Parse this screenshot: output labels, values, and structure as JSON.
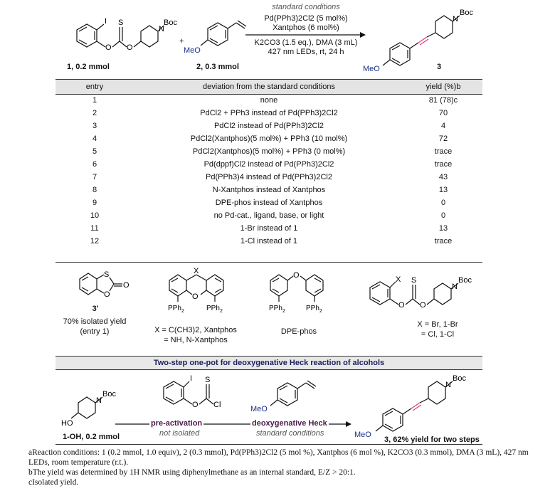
{
  "scheme": {
    "standard_conditions_title": "standard conditions",
    "conditions": [
      "Pd(PPh3)2Cl2 (5 mol%)",
      "Xantphos (6 mol%)",
      "K2CO3 (1.5 eq.), DMA (3 mL)",
      "427 nm LEDs, rt, 24 h"
    ],
    "reactant1_label": "1, 0.2 mmol",
    "reactant2_label": "2, 0.3 mmol",
    "product_label": "3",
    "plus": "+",
    "atoms": {
      "I": "I",
      "S": "S",
      "O": "O",
      "N": "N",
      "Boc": "Boc",
      "MeO": "MeO",
      "X": "X",
      "Cl": "Cl",
      "HO": "HO",
      "PPh2": "PPh2"
    }
  },
  "table": {
    "headers": [
      "entry",
      "deviation from the standard conditions",
      "yield (%)b"
    ],
    "rows": [
      {
        "entry": "1",
        "deviation": "none",
        "yield": "81 (78)c"
      },
      {
        "entry": "2",
        "deviation": "PdCl2 + PPh3 instead of Pd(PPh3)2Cl2",
        "yield": "70"
      },
      {
        "entry": "3",
        "deviation": "PdCl2 instead of Pd(PPh3)2Cl2",
        "yield": "4"
      },
      {
        "entry": "4",
        "deviation": "PdCl2(Xantphos)(5 mol%) + PPh3 (10 mol%)",
        "yield": "72"
      },
      {
        "entry": "5",
        "deviation": "PdCl2(Xantphos)(5 mol%) + PPh3 (0 mol%)",
        "yield": "trace"
      },
      {
        "entry": "6",
        "deviation": "Pd(dppf)Cl2 instead of Pd(PPh3)2Cl2",
        "yield": "trace"
      },
      {
        "entry": "7",
        "deviation": "Pd(PPh3)4 instead of Pd(PPh3)2Cl2",
        "yield": "43"
      },
      {
        "entry": "8",
        "deviation": "N-Xantphos instead of Xantphos",
        "yield": "13"
      },
      {
        "entry": "9",
        "deviation": "DPE-phos instead of Xantphos",
        "yield": "0"
      },
      {
        "entry": "10",
        "deviation": "no Pd-cat., ligand, base, or light",
        "yield": "0"
      },
      {
        "entry": "11",
        "deviation": "1-Br instead of 1",
        "yield": "13"
      },
      {
        "entry": "12",
        "deviation": "1-Cl instead of 1",
        "yield": "trace"
      }
    ]
  },
  "structures": {
    "s1_label": "3'",
    "s1_caption": [
      "70% isolated yield",
      "(entry 1)"
    ],
    "s2_caption": [
      "X = C(CH3)2, Xantphos",
      "= NH, N-Xantphos"
    ],
    "s3_caption": "DPE-phos",
    "s4_caption": [
      "X = Br, 1-Br",
      "= Cl, 1-Cl"
    ]
  },
  "banner": "Two-step one-pot for deoxygenative Heck reaction of alcohols",
  "twostep": {
    "start_label": "1-OH, 0.2 mmol",
    "step1_label": "pre-activation",
    "step1_sub": "not isolated",
    "step2_label": "deoxygenative Heck",
    "step2_sub": "standard conditions",
    "product_label": "3, 62% yield for two steps"
  },
  "footnotes": {
    "a": "aReaction conditions: 1 (0.2 mmol, 1.0 equiv), 2 (0.3 mmol), Pd(PPh3)2Cl2 (5 mol %), Xantphos (6 mol %), K2CO3 (0.3 mmol), DMA (3 mL), 427 nm LEDs, room temperature (r.t.).",
    "b": "bThe yield was determined by 1H NMR using diphenylmethane as an internal standard, E/Z > 20:1.",
    "c": "cIsolated yield."
  },
  "colors": {
    "methoxy": "#1a2f8a",
    "accent": "#4a1a4a",
    "linker": "#d94080",
    "banner_text": "#1a1f5c"
  }
}
